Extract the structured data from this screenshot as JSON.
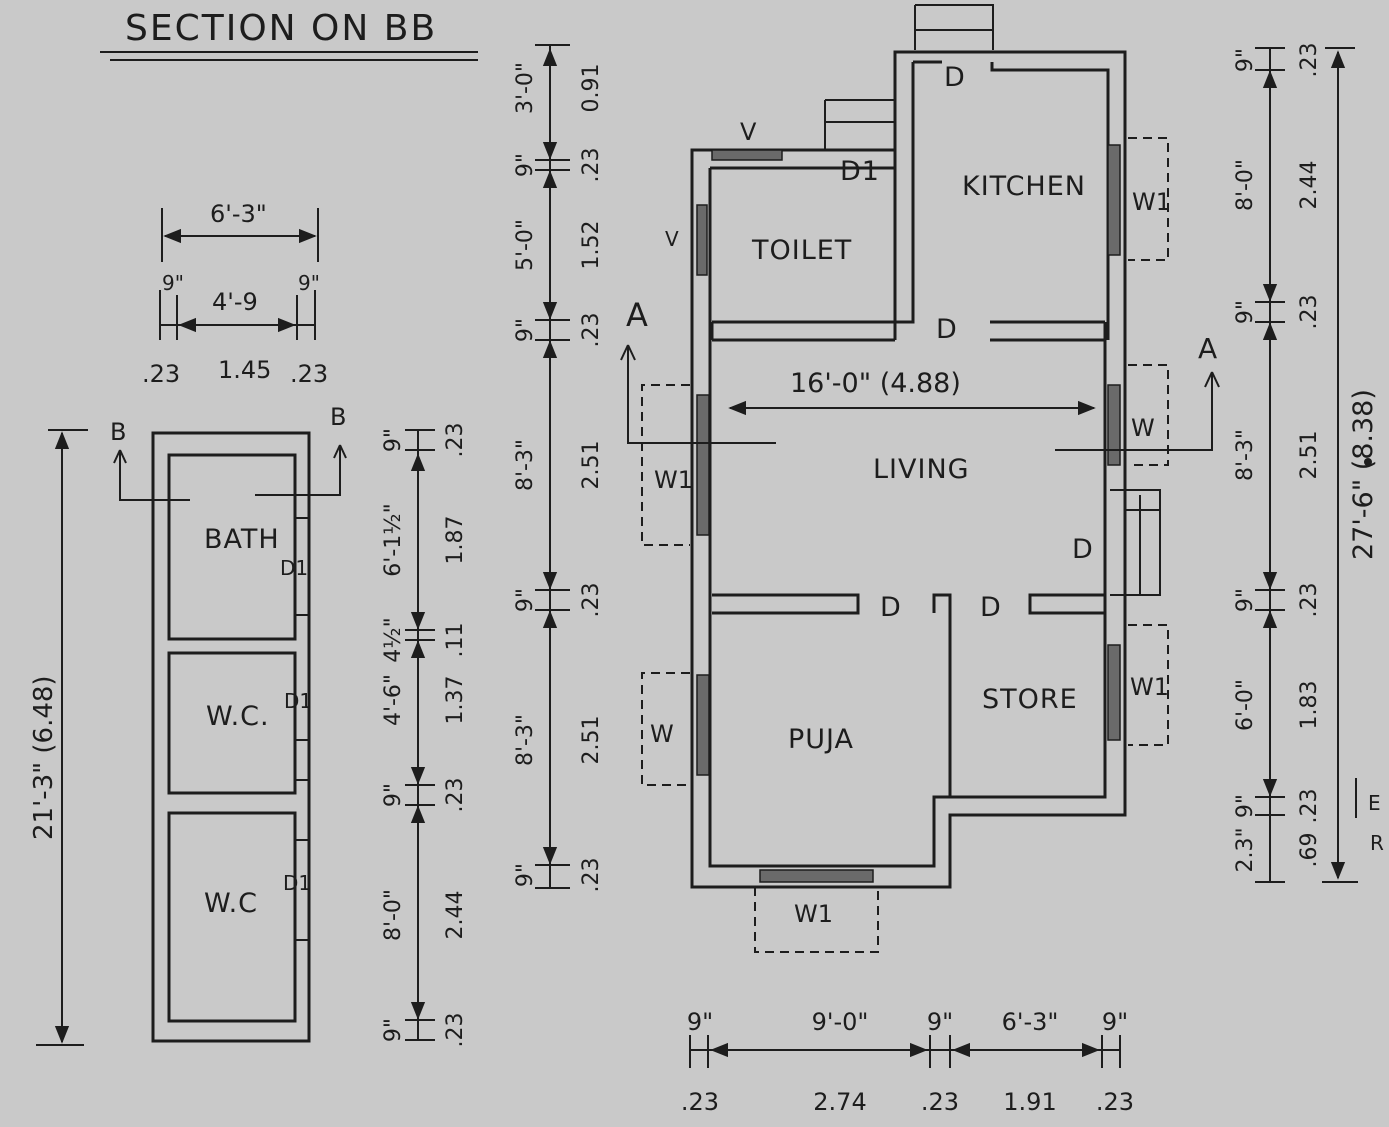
{
  "title": "SECTION ON BB",
  "section_bb": {
    "top_overall": "6'-3\"",
    "top_wall_left": "9\"",
    "top_inner": "4'-9",
    "top_wall_right": "9\"",
    "metric_left": ".23",
    "metric_inner": "1.45",
    "metric_right": ".23",
    "cut_left": "B",
    "cut_right": "B",
    "overall_height": "21'-3\" (6.48)",
    "rooms": {
      "bath": "BATH",
      "wc1": "W.C.",
      "wc2": "W.C"
    },
    "doors": {
      "d1a": "D1",
      "d1b": "D1",
      "d1c": "D1"
    },
    "vertical_dims": [
      {
        "imperial": "9\"",
        "metric": ".23"
      },
      {
        "imperial": "6'-1½\"",
        "metric": "1.87"
      },
      {
        "imperial": "4½\"",
        "metric": ".11"
      },
      {
        "imperial": "4'-6\"",
        "metric": "1.37"
      },
      {
        "imperial": "9\"",
        "metric": ".23"
      },
      {
        "imperial": "8'-0\"",
        "metric": "2.44"
      },
      {
        "imperial": "9\"",
        "metric": ".23"
      }
    ]
  },
  "plan_left_dims": [
    {
      "imperial": "3'-0\"",
      "metric": "0.91"
    },
    {
      "imperial": "9\"",
      "metric": ".23"
    },
    {
      "imperial": "5'-0\"",
      "metric": "1.52"
    },
    {
      "imperial": "9\"",
      "metric": ".23"
    },
    {
      "imperial": "8'-3\"",
      "metric": "2.51"
    },
    {
      "imperial": "9\"",
      "metric": ".23"
    },
    {
      "imperial": "8'-3\"",
      "metric": "2.51"
    },
    {
      "imperial": "9\"",
      "metric": ".23"
    }
  ],
  "plan": {
    "rooms": {
      "toilet": "TOILET",
      "kitchen": "KITCHEN",
      "living": "LIVING",
      "puja": "PUJA",
      "store": "STORE"
    },
    "living_width": "16'-0\" (4.88)",
    "doors": {
      "kitchen_top": "D",
      "toilet": "D1",
      "kitchen_living": "D",
      "living_side": "D",
      "puja": "D",
      "store": "D"
    },
    "windows": {
      "kitchen": "W1",
      "living_left": "W1",
      "living_right": "W",
      "puja_left": "W",
      "store": "W1",
      "bottom": "W1"
    },
    "ventilators": {
      "top": "V",
      "left": "V"
    },
    "cut_left": "A",
    "cut_right": "A"
  },
  "plan_right_dims": [
    {
      "imperial": "9\"",
      "metric": ".23"
    },
    {
      "imperial": "8'-0\"",
      "metric": "2.44"
    },
    {
      "imperial": "9\"",
      "metric": ".23"
    },
    {
      "imperial": "8'-3\"",
      "metric": "2.51"
    },
    {
      "imperial": "9\"",
      "metric": ".23"
    },
    {
      "imperial": "6'-0\"",
      "metric": "1.83"
    },
    {
      "imperial": "9\"",
      "metric": ".23"
    },
    {
      "imperial": "2.3\"",
      "metric": ".69"
    }
  ],
  "plan_overall_height": "27'-6\" (8.38)",
  "plan_bottom_dims": [
    {
      "imperial": "9\"",
      "metric": ".23"
    },
    {
      "imperial": "9'-0\"",
      "metric": "2.74"
    },
    {
      "imperial": "9\"",
      "metric": ".23"
    },
    {
      "imperial": "6'-3\"",
      "metric": "1.91"
    },
    {
      "imperial": "9\"",
      "metric": ".23"
    }
  ],
  "edge_text": {
    "e": "E",
    "r": "R"
  }
}
